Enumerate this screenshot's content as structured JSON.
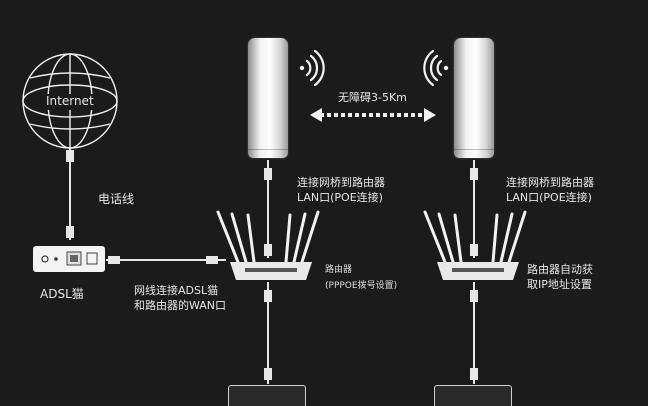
{
  "globe": {
    "label": "Internet"
  },
  "labels": {
    "phone_line": "电话线",
    "modem": "ADSL猫",
    "cable_note_line1": "网线连接ADSL猫",
    "cable_note_line2": "和路由器的WAN口",
    "distance": "无障碍3-5Km",
    "left_ap_line1": "连接网桥到路由器",
    "left_ap_line2": "LAN口(POE连接)",
    "right_ap_line1": "连接网桥到路由器",
    "right_ap_line2": "LAN口(POE连接)",
    "left_router_line1": "路由器",
    "left_router_line2": "(PPPOE拨号设置)",
    "right_router_line1": "路由器自动获",
    "right_router_line2": "取IP地址设置"
  },
  "icons": [
    "globe-icon",
    "wifi-signal-icon",
    "modem-icon",
    "router-icon",
    "access-point-icon",
    "double-arrow-icon"
  ]
}
